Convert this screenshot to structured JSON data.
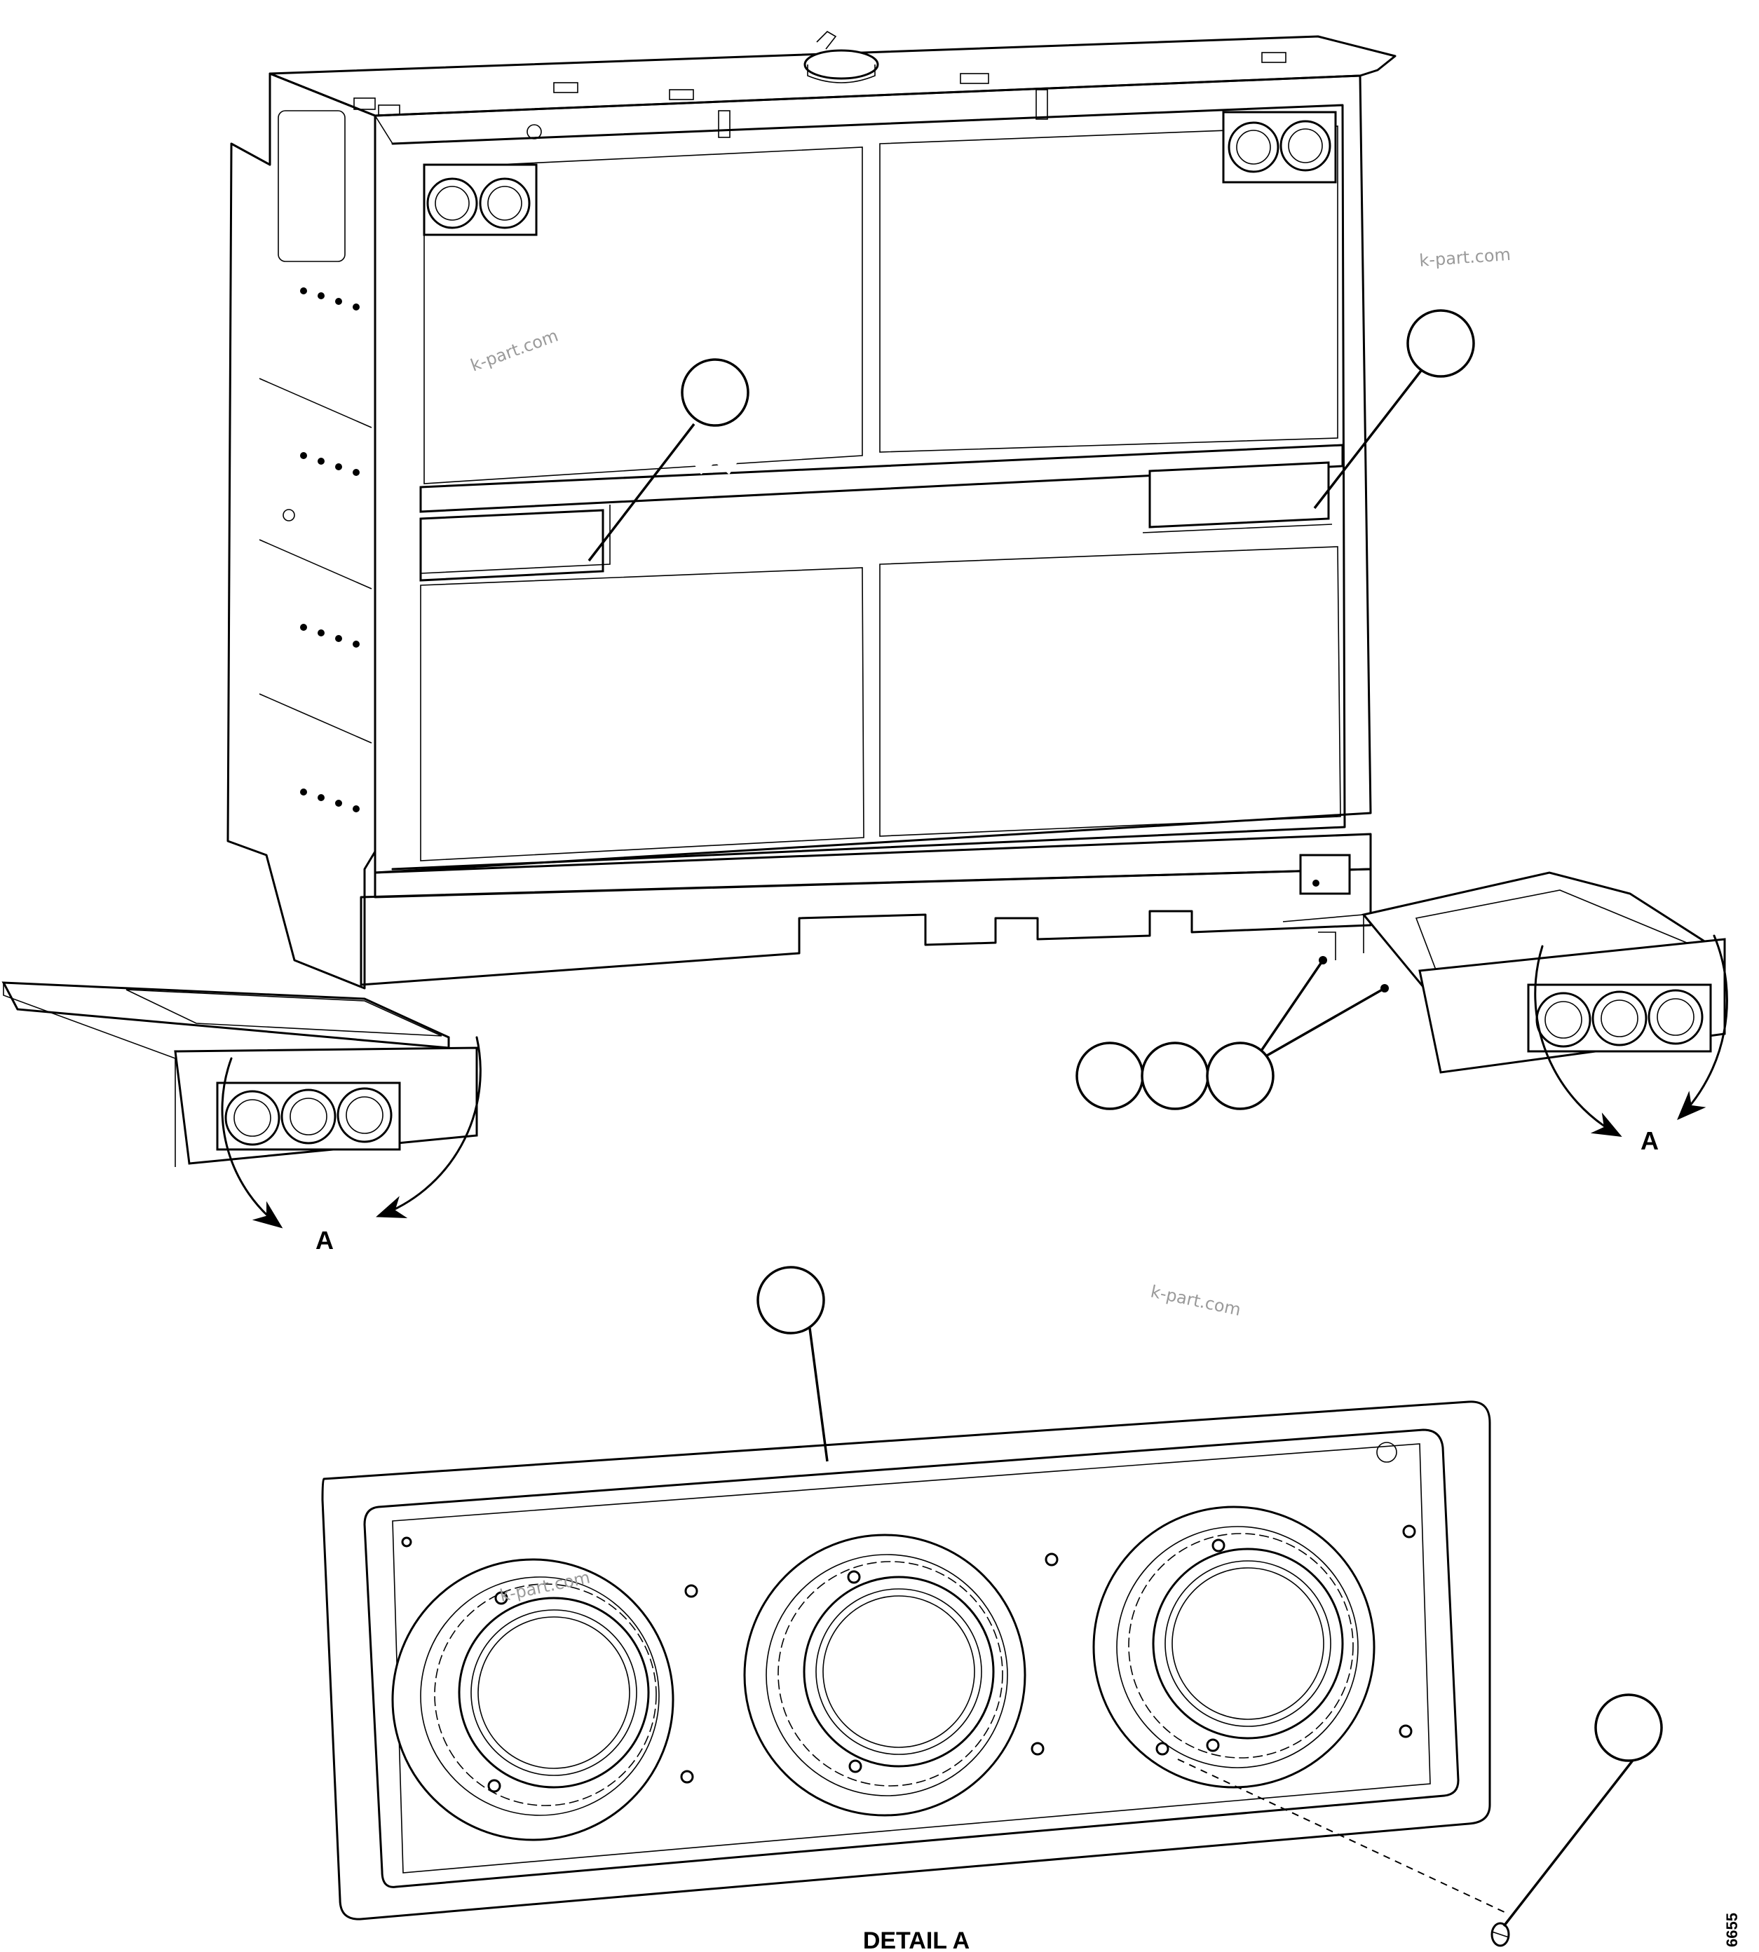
{
  "view_labels": {
    "view_a_left": "A",
    "view_a_right": "A",
    "detail_title": "DETAIL A"
  },
  "drawing_code": "6655",
  "watermarks": [
    "k-part.com",
    "k-part.com",
    "k-part.com",
    "k-part.com"
  ],
  "callouts": [
    {
      "id": "callout-grille-center",
      "number": ""
    },
    {
      "id": "callout-grille-right",
      "number": ""
    },
    {
      "id": "callout-mount-1",
      "number": ""
    },
    {
      "id": "callout-mount-2",
      "number": ""
    },
    {
      "id": "callout-mount-3",
      "number": ""
    },
    {
      "id": "callout-lamp-housing",
      "number": ""
    },
    {
      "id": "callout-screw",
      "number": ""
    }
  ]
}
